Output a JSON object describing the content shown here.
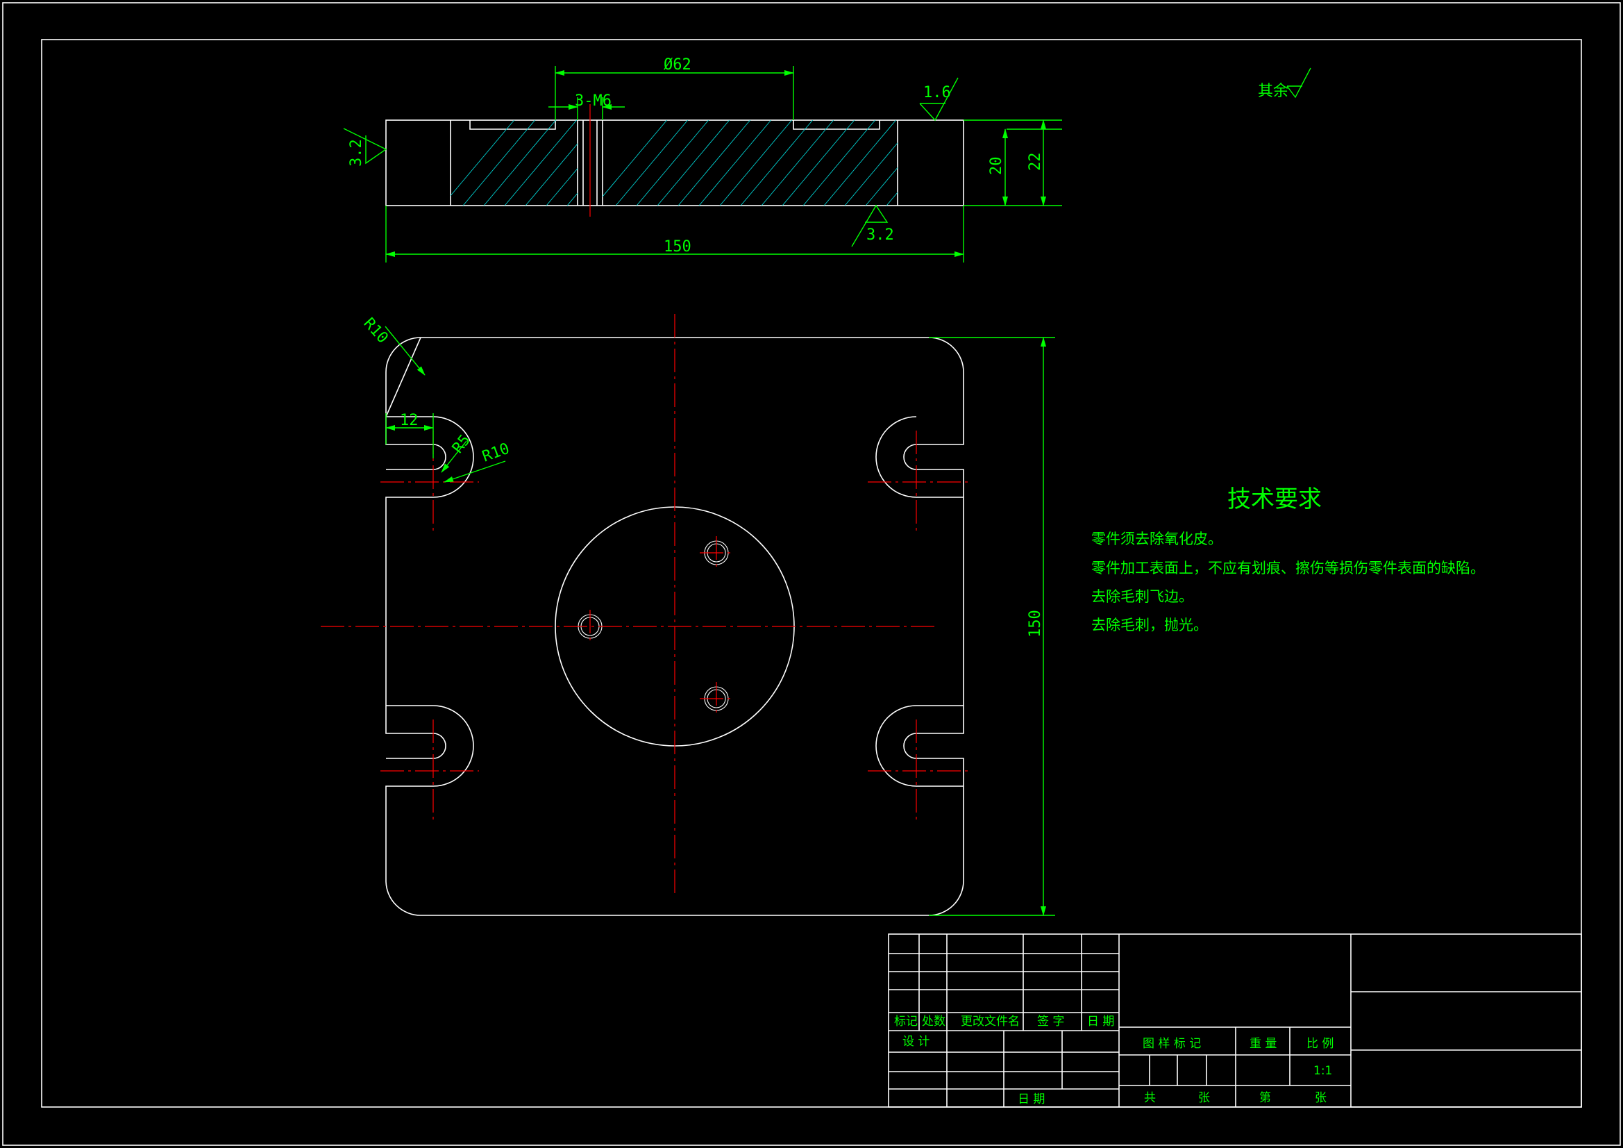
{
  "drawing": {
    "dims": {
      "phi62": "Ø62",
      "thread": "3-M6",
      "roughness_left": "3.2",
      "roughness_top": "1.6",
      "roughness_bottom": "3.2",
      "h20": "20",
      "h22": "22",
      "w150": "150",
      "r10_corner": "R10",
      "d12": "12",
      "r5": "R5",
      "r10_slot": "R10",
      "v150": "150"
    },
    "roughness_other": "其余",
    "tech_requirements": {
      "title": "技术要求",
      "items": [
        "零件须去除氧化皮。",
        "零件加工表面上，不应有划痕、擦伤等损伤零件表面的缺陷。",
        "去除毛刺飞边。",
        "去除毛刺，抛光。"
      ]
    },
    "title_block": {
      "mark": "标记",
      "count": "处数",
      "change_doc": "更改文件名",
      "signature": "签  字",
      "date_hdr": "日 期",
      "design": "设  计",
      "date": "日  期",
      "drawing_mark": "图 样 标 记",
      "weight": "重 量",
      "scale_label": "比 例",
      "scale_value": "1:1",
      "total": "共",
      "sheet": "张",
      "sheet_no": "第",
      "sheet2": "张"
    },
    "colors": {
      "outline": "#ffffff",
      "dimension": "#00ff00",
      "centerline": "#ff0000",
      "hatch": "#00cccc"
    }
  }
}
